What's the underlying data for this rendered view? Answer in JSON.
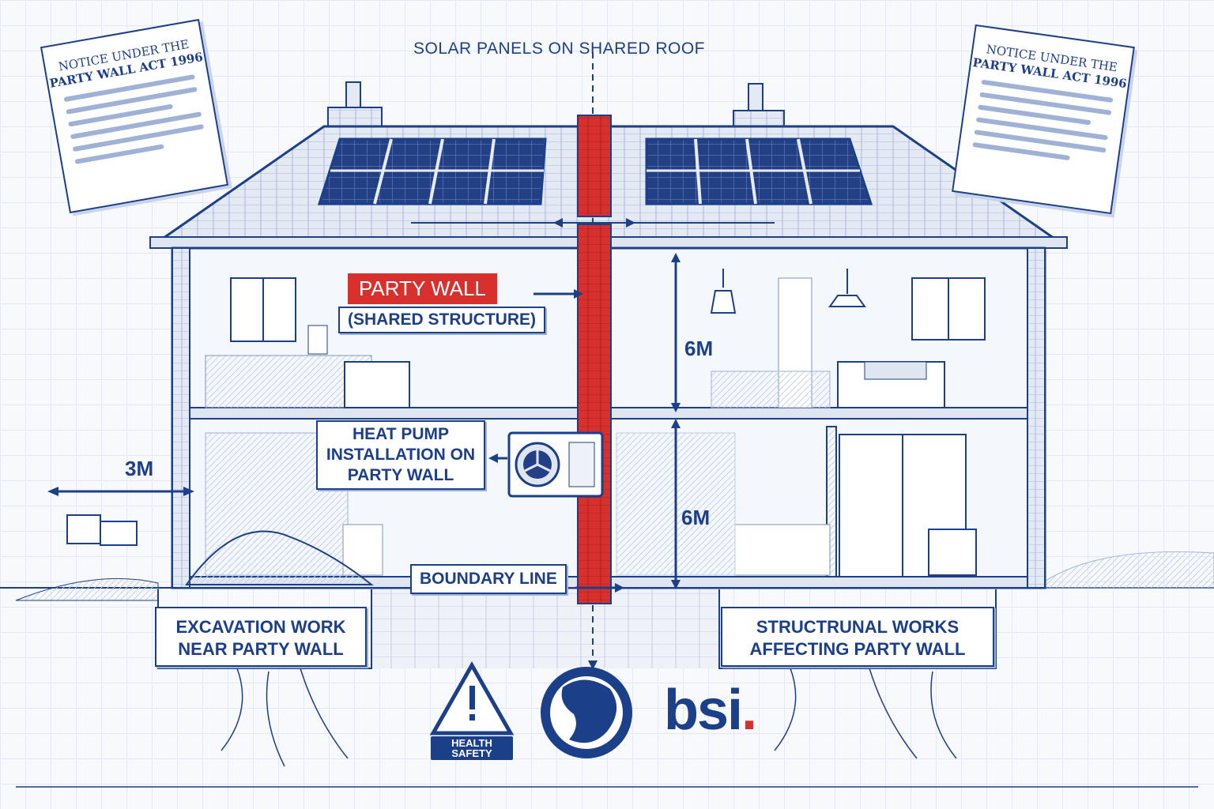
{
  "title": "SOLAR PANELS ON SHARED ROOF",
  "party_wall": {
    "label": "PARTY WALL",
    "sublabel": "(SHARED STRUCTURE)"
  },
  "heat_pump": {
    "label": "HEAT PUMP INSTALLATION ON PARTY WALL"
  },
  "dimensions": {
    "upper_height": "6m",
    "lower_height": "6m",
    "side_distance": "3m"
  },
  "boundary": {
    "label": "BOUNDARY LINE"
  },
  "excavation": {
    "label": "EXCAVATION WORK NEAR PARTY WALL"
  },
  "structural": {
    "label": "STRUCTRUNAL WORKS AFFECTING PARTY WALL"
  },
  "notice_left": {
    "line1": "NOTICE UNDER THE",
    "line2": "PARTY WALL ACT 1996"
  },
  "notice_right": {
    "line1": "NOTICE UNDER THE",
    "line2": "PARTY WALL ACT 1996"
  },
  "logos": {
    "health_safety": "HEALTH SAFETY",
    "bsi_text": "bsi",
    "bsi_dot": "."
  },
  "colors": {
    "ink": "#1c3f8a",
    "wall_red": "#d8302c",
    "paper": "#f7f9fc"
  },
  "icons": [
    "warning-triangle-icon",
    "lion-head-logo-icon",
    "heat-pump-unit-icon",
    "solar-panel-icon"
  ]
}
